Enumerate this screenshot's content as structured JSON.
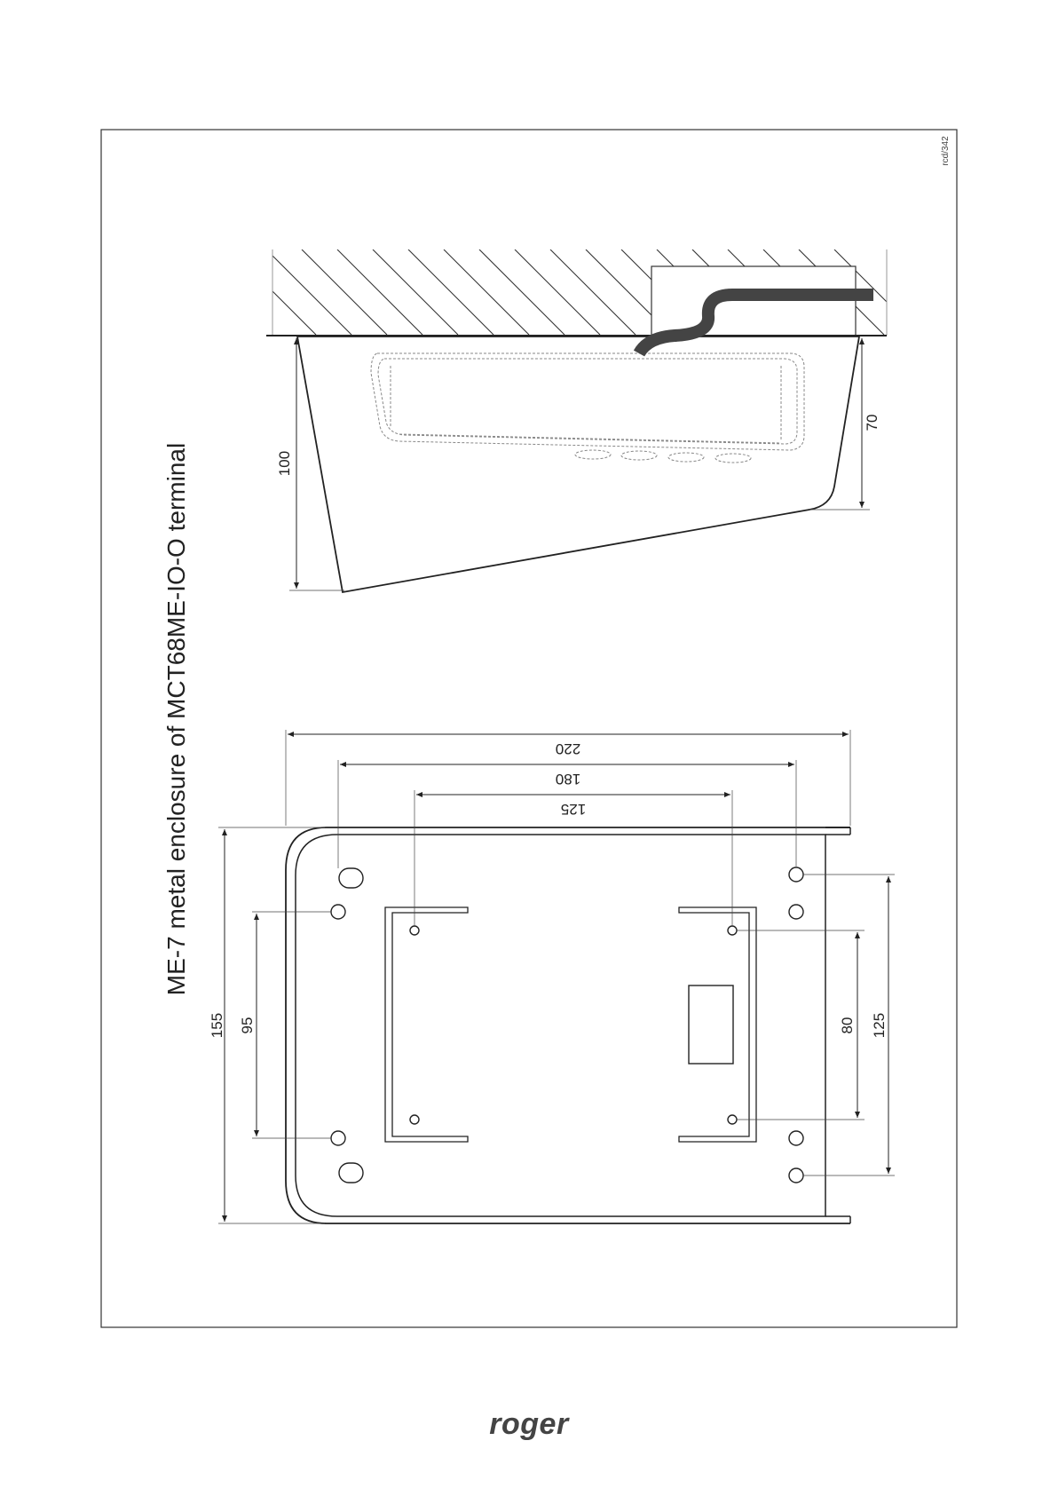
{
  "title": "ME-7 metal enclosure of MCT68ME-IO-O terminal",
  "drawing_code": "rcd/342",
  "logo_text": "roger",
  "side_view": {
    "dim_height_left": "100",
    "dim_height_right": "70"
  },
  "front_view": {
    "dim_outer_width": "220",
    "dim_width_180": "180",
    "dim_width_125": "125",
    "dim_height_155": "155",
    "dim_height_95": "95",
    "dim_height_80": "80",
    "dim_height_125": "125"
  }
}
